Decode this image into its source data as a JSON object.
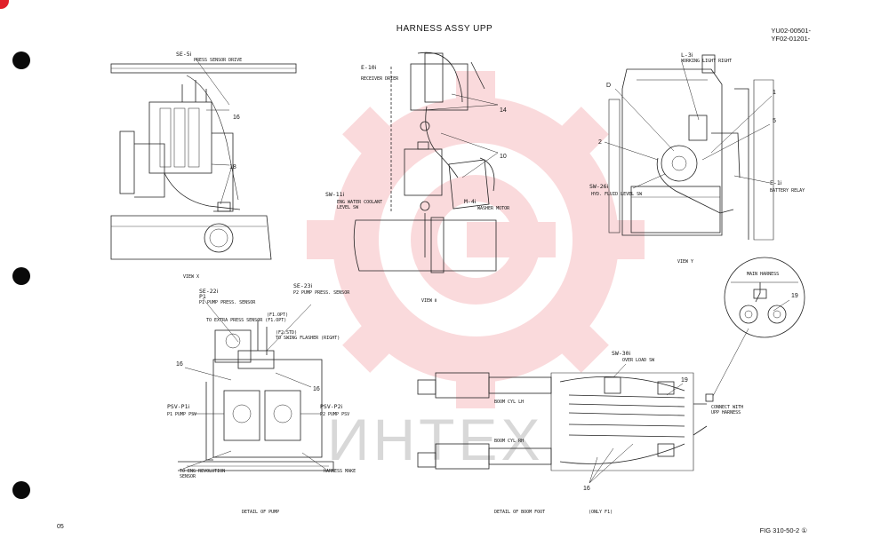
{
  "header": {
    "title": "HARNESS ASSY UPP",
    "serial_line1": "YU02-00501-",
    "serial_line2": "YF02-01201-"
  },
  "footer": {
    "page": "05",
    "figure": "FIG 310-50-2 ①"
  },
  "watermark": {
    "text": "ИНТЕХ",
    "color": "#f4a0a4"
  },
  "views": {
    "view_x": {
      "caption": "VIEW X",
      "se5_code": "SE-5ⅰ",
      "se5_desc": "PRESS SENSOR DRIVE",
      "callouts": [
        "16",
        "18"
      ]
    },
    "view_b": {
      "caption": "VIEW Ⅱ",
      "e10_code": "E-10ⅰ",
      "e10_desc": "RECEIVER DRIER",
      "sw11_code": "SW-11ⅰ",
      "sw11_desc_1": "ENG WATER COOLANT",
      "sw11_desc_2": "LEVEL SW",
      "m4_code": "M-4ⅰ",
      "m4_desc": "WASHER MOTOR",
      "callouts": [
        "14",
        "10"
      ]
    },
    "view_y": {
      "caption": "VIEW Y",
      "l3_code": "L-3ⅰ",
      "l3_desc": "WORKING LIGHT RIGHT",
      "sw26_code": "SW-26ⅰ",
      "sw26_desc": "HYD. FLUID LEVEL SW",
      "e1_code": "E-1ⅰ",
      "e1_desc": "BATTERY RELAY",
      "callouts": [
        "1",
        "2",
        "5",
        "D"
      ]
    },
    "pump": {
      "caption": "DETAIL OF PUMP",
      "se22_code": "SE-22ⅰ",
      "se22_sub": "P1",
      "se22_desc": "P1 PUMP PRESS. SENSOR",
      "se23_code": "SE-23ⅰ",
      "se23_desc": "P2 PUMP PRESS. SENSOR",
      "extra_press": "TO EXTRA PRESS SENSOR (F1.OPT)",
      "f1_opt": "(F1.OPT)",
      "swing_flasher": "TO SWING FLASHER (RIGHT)",
      "f2_std": "(F2.STD)",
      "psvp1_code": "PSV-P1ⅰ",
      "psvp1_desc": "P1 PUMP PSV",
      "psvp2_code": "PSV-P2ⅰ",
      "psvp2_desc": "P2 PUMP PSV",
      "eng_rev_1": "TO ENG REVOLUTION",
      "eng_rev_2": "SENSOR",
      "harness_make": "HARNESS MAKE",
      "callouts": [
        "16",
        "16"
      ]
    },
    "boom": {
      "caption": "DETAIL OF BOOM FOOT",
      "only": "(ONLY F1)",
      "sw30_code": "SW-30ⅰ",
      "sw30_desc": "OVER LOAD SW",
      "boom_lh": "BOOM CYL LH",
      "boom_rh": "BOOM CYL RH",
      "connect_1": "CONNECT WITH",
      "connect_2": "UPP HARNESS",
      "callouts": [
        "19",
        "16"
      ]
    },
    "circle_detail": {
      "main_harness": "MAIN HARNESS",
      "callout": "19"
    }
  }
}
